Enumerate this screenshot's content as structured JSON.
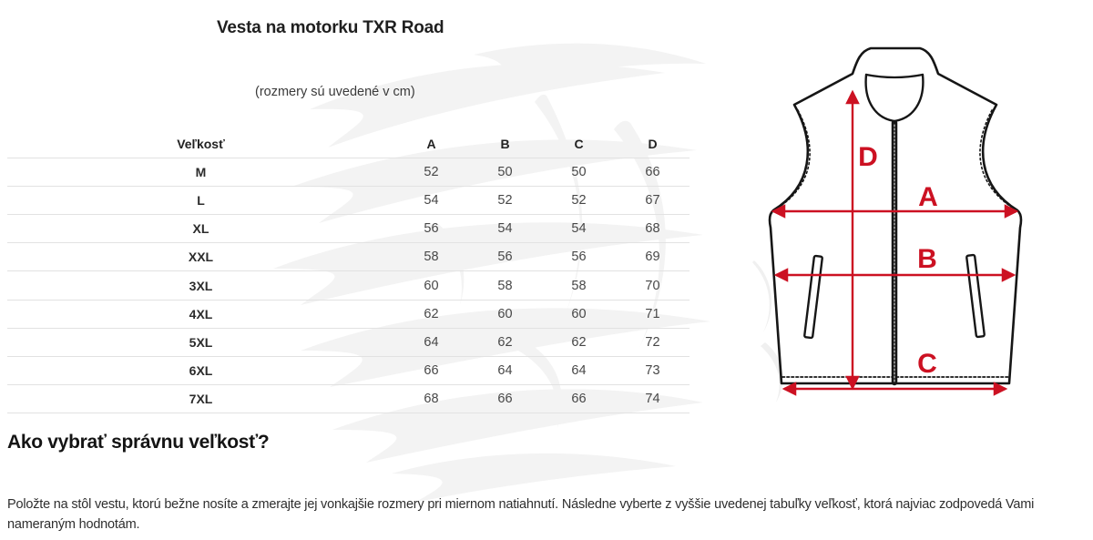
{
  "page": {
    "title": "Vesta na motorku TXR Road",
    "subtitle": "(rozmery sú uvedené v cm)"
  },
  "size_table": {
    "columns": [
      "Veľkosť",
      "A",
      "B",
      "C",
      "D"
    ],
    "rows": [
      {
        "size": "M",
        "values": [
          "52",
          "50",
          "50",
          "66"
        ]
      },
      {
        "size": "L",
        "values": [
          "54",
          "52",
          "52",
          "67"
        ]
      },
      {
        "size": "XL",
        "values": [
          "56",
          "54",
          "54",
          "68"
        ]
      },
      {
        "size": "XXL",
        "values": [
          "58",
          "56",
          "56",
          "69"
        ]
      },
      {
        "size": "3XL",
        "values": [
          "60",
          "58",
          "58",
          "70"
        ]
      },
      {
        "size": "4XL",
        "values": [
          "62",
          "60",
          "60",
          "71"
        ]
      },
      {
        "size": "5XL",
        "values": [
          "64",
          "62",
          "62",
          "72"
        ]
      },
      {
        "size": "6XL",
        "values": [
          "66",
          "64",
          "64",
          "73"
        ]
      },
      {
        "size": "7XL",
        "values": [
          "68",
          "66",
          "66",
          "74"
        ]
      }
    ]
  },
  "diagram": {
    "measure_labels": {
      "a": "A",
      "b": "B",
      "c": "C",
      "d": "D"
    },
    "arrow_color": "#cc1122",
    "outline_color": "#161616"
  },
  "how_to": {
    "heading": "Ako vybrať správnu veľkosť?",
    "paragraph": "Položte na stôl vestu, ktorú bežne nosíte a zmerajte jej vonkajšie rozmery pri miernom natiahnutí. Následne vyberte z vyššie uvedenej tabuľky veľkosť, ktorá najviac zodpovedá Vami nameraným hodnotám."
  }
}
